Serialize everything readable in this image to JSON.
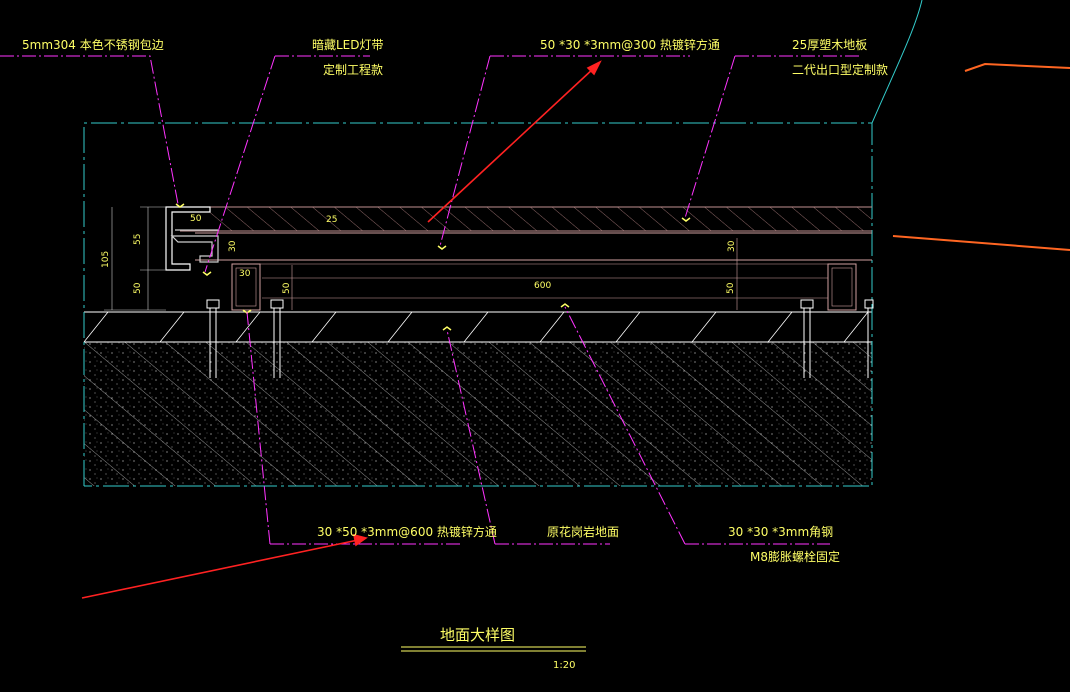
{
  "drawing": {
    "title": "地面大样图",
    "scale": "1:20",
    "colors": {
      "background": "#000000",
      "annotation_text": "#ffff66",
      "leader_line": "#ff33ff",
      "boundary": "#33cccc",
      "red_arrow": "#ff2222",
      "orange_line": "#ff6622"
    },
    "labels": {
      "steel_wrap": "5mm304 本色不锈钢包边",
      "led_strip_1": "暗藏LED灯带",
      "led_strip_2": "定制工程款",
      "tube_top": "50 *30 *3mm@300 热镀锌方通",
      "floor_1": "25厚塑木地板",
      "floor_2": "二代出口型定制款",
      "tube_bottom": "30 *50 *3mm@600 热镀锌方通",
      "granite": "原花岗岩地面",
      "angle_1": "30 *30 *3mm角钢",
      "angle_2": "M8膨胀螺栓固定"
    },
    "dimensions": {
      "d105": "105",
      "d55": "55",
      "d50a": "50",
      "d50b": "50",
      "d50c": "50",
      "d50d": "50",
      "d25": "25",
      "d30a": "30",
      "d30b": "30",
      "d30c": "30",
      "d600": "600"
    }
  }
}
